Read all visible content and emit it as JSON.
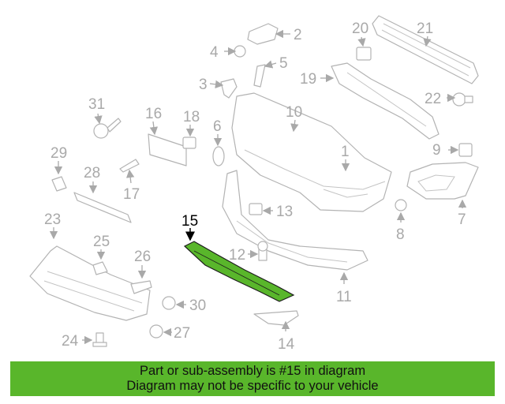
{
  "diagram": {
    "highlight_color": "#59b62b",
    "callouts": {
      "c1": "1",
      "c2": "2",
      "c3": "3",
      "c4": "4",
      "c5": "5",
      "c6": "6",
      "c7": "7",
      "c8": "8",
      "c9": "9",
      "c10": "10",
      "c11": "11",
      "c12": "12",
      "c13": "13",
      "c14": "14",
      "c15": "15",
      "c16": "16",
      "c17": "17",
      "c18": "18",
      "c19": "19",
      "c20": "20",
      "c21": "21",
      "c22": "22",
      "c23": "23",
      "c24": "24",
      "c25": "25",
      "c26": "26",
      "c27": "27",
      "c28": "28",
      "c29": "29",
      "c30": "30",
      "c31": "31"
    }
  },
  "banner": {
    "line1": "Part or sub-assembly is #15 in diagram",
    "line2": "Diagram may not be specific to your vehicle",
    "background": "#59b62b"
  }
}
